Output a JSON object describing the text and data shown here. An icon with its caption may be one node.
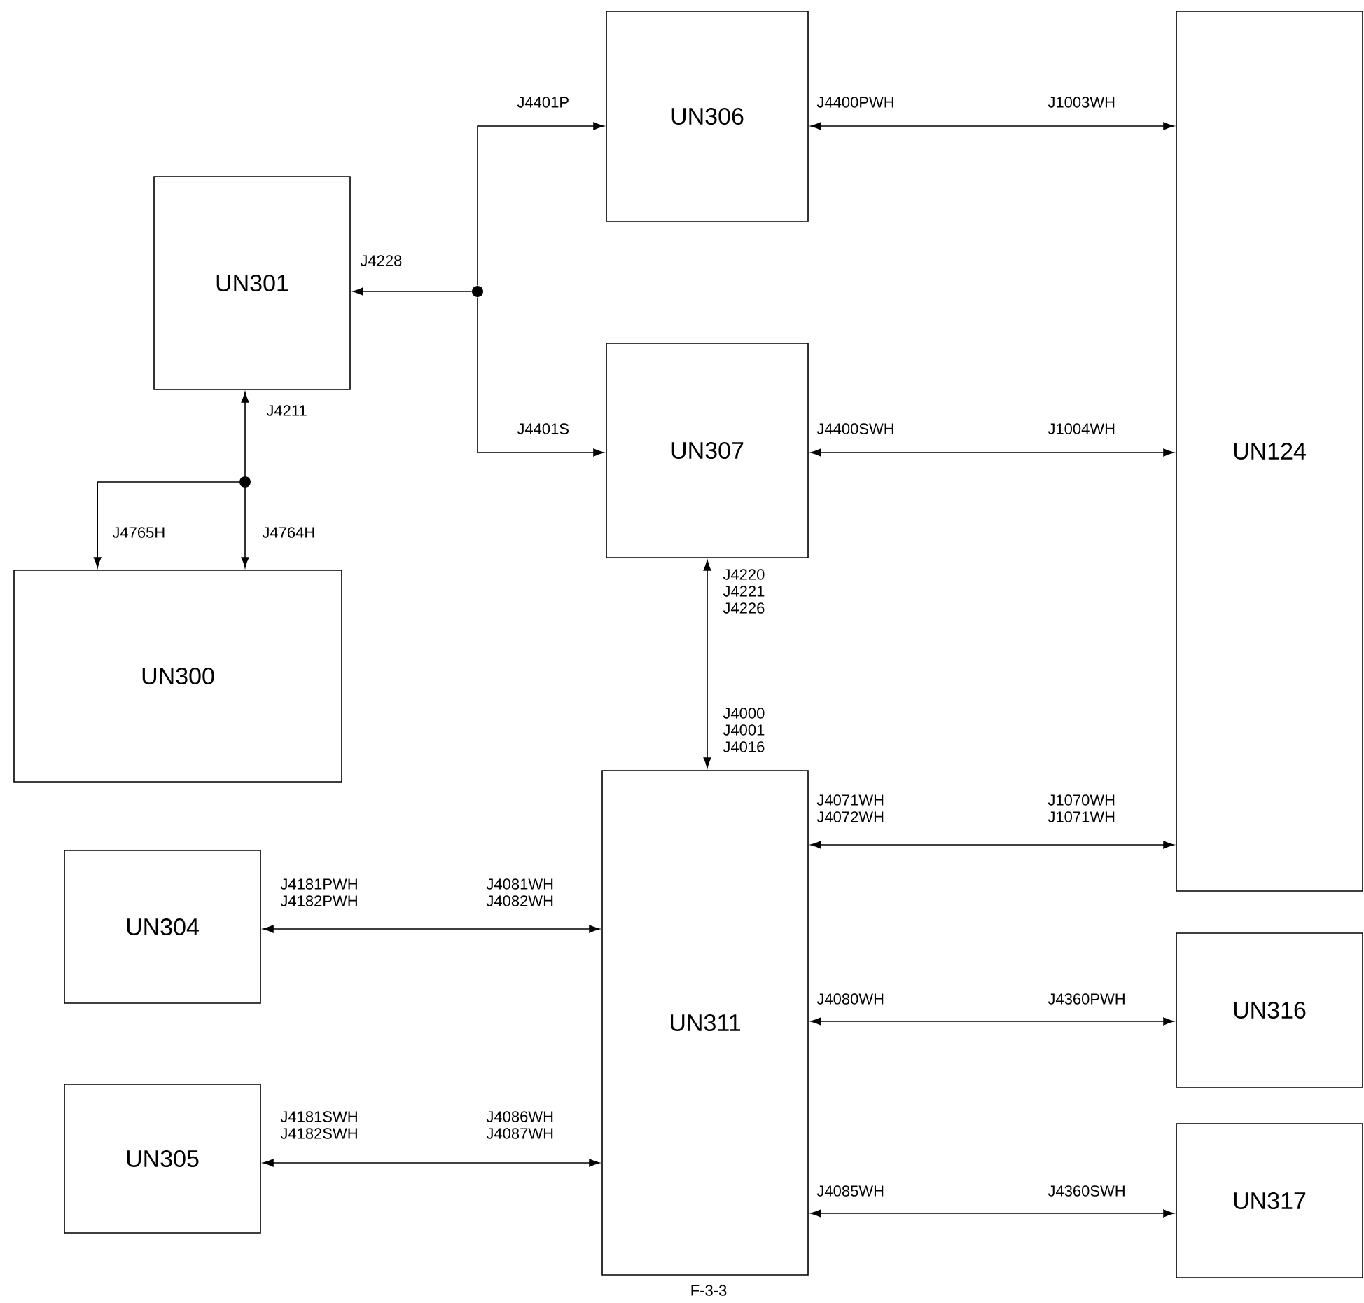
{
  "diagram": {
    "caption": "F-3-3",
    "nodes": [
      {
        "text": [
          "UN306"
        ]
      },
      {
        "text": [
          "UN301"
        ]
      },
      {
        "text": [
          "UN307"
        ]
      },
      {
        "text": [
          "UN124"
        ]
      },
      {
        "text": [
          "UN300"
        ]
      },
      {
        "text": [
          "UN311"
        ]
      },
      {
        "text": [
          "UN304"
        ]
      },
      {
        "text": [
          "UN305"
        ]
      },
      {
        "text": [
          "UN316"
        ]
      },
      {
        "text": [
          "UN317"
        ]
      },
      {
        "text": [],
        "shape": "circle"
      },
      {
        "text": [],
        "shape": "circle"
      }
    ],
    "edges": [
      {
        "from": 10,
        "to": 0,
        "arrow": "to"
      },
      {
        "from": 10,
        "to": 2,
        "arrow": "to"
      },
      {
        "from": 10,
        "to": 1,
        "arrow": "to"
      },
      {
        "from": 0,
        "to": 3,
        "arrow": "both"
      },
      {
        "from": 2,
        "to": 3,
        "arrow": "both"
      },
      {
        "from": 2,
        "to": 5,
        "arrow": "both"
      },
      {
        "from": 11,
        "to": 1,
        "arrow": "to"
      },
      {
        "from": 11,
        "to": 4,
        "arrow": "to"
      },
      {
        "from": 11,
        "to": 4,
        "arrow": "to"
      },
      {
        "from": 5,
        "to": 3,
        "arrow": "both"
      },
      {
        "from": 6,
        "to": 5,
        "arrow": "both"
      },
      {
        "from": 7,
        "to": 5,
        "arrow": "both"
      },
      {
        "from": 5,
        "to": 8,
        "arrow": "both"
      },
      {
        "from": 5,
        "to": 9,
        "arrow": "both"
      }
    ],
    "labels": [
      "J4401P",
      "J4400PWH",
      "J1003WH",
      "J4228",
      "J4211",
      "J4401S",
      "J4400SWH",
      "J1004WH",
      "J4765H",
      "J4764H",
      "J4220",
      "J4221",
      "J4226",
      "J4000",
      "J4001",
      "J4016",
      "J4071WH",
      "J4072WH",
      "J1070WH",
      "J1071WH",
      "J4181PWH",
      "J4182PWH",
      "J4081WH",
      "J4082WH",
      "J4080WH",
      "J4360PWH",
      "J4181SWH",
      "J4182SWH",
      "J4086WH",
      "J4087WH",
      "J4085WH",
      "J4360SWH"
    ]
  }
}
